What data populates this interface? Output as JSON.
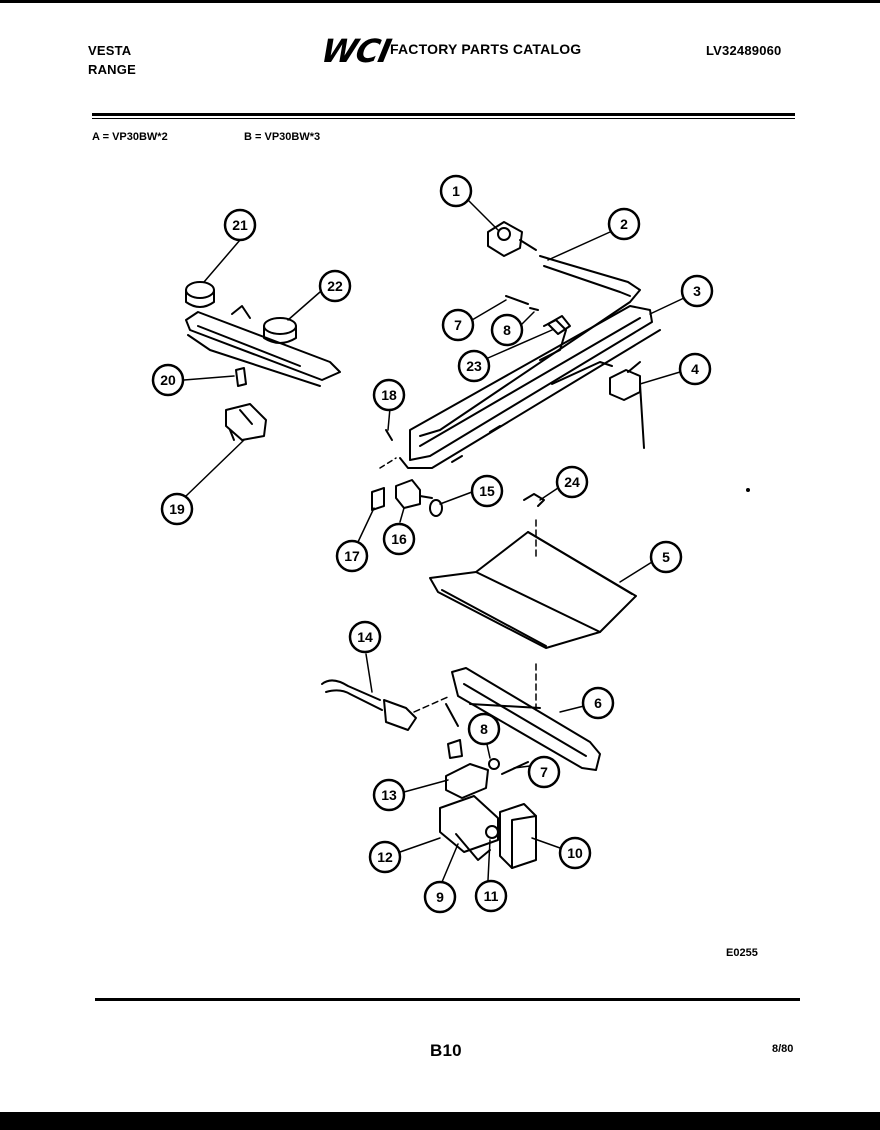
{
  "header": {
    "brand": "VESTA",
    "product": "RANGE",
    "logo_text": "WCI",
    "catalog_title": "FACTORY PARTS CATALOG",
    "model_number": "LV32489060"
  },
  "model_variants": [
    {
      "label": "A = VP30BW*2"
    },
    {
      "label": "B = VP30BW*3"
    }
  ],
  "diagram": {
    "drawing_id": "E0255",
    "callouts": [
      "1",
      "2",
      "3",
      "4",
      "5",
      "6",
      "7",
      "8",
      "23",
      "18",
      "16",
      "15",
      "17",
      "24",
      "21",
      "22",
      "20",
      "19",
      "14",
      "8",
      "7",
      "13",
      "12",
      "9",
      "11",
      "10"
    ]
  },
  "footer": {
    "page_number": "B10",
    "date": "8/80"
  }
}
